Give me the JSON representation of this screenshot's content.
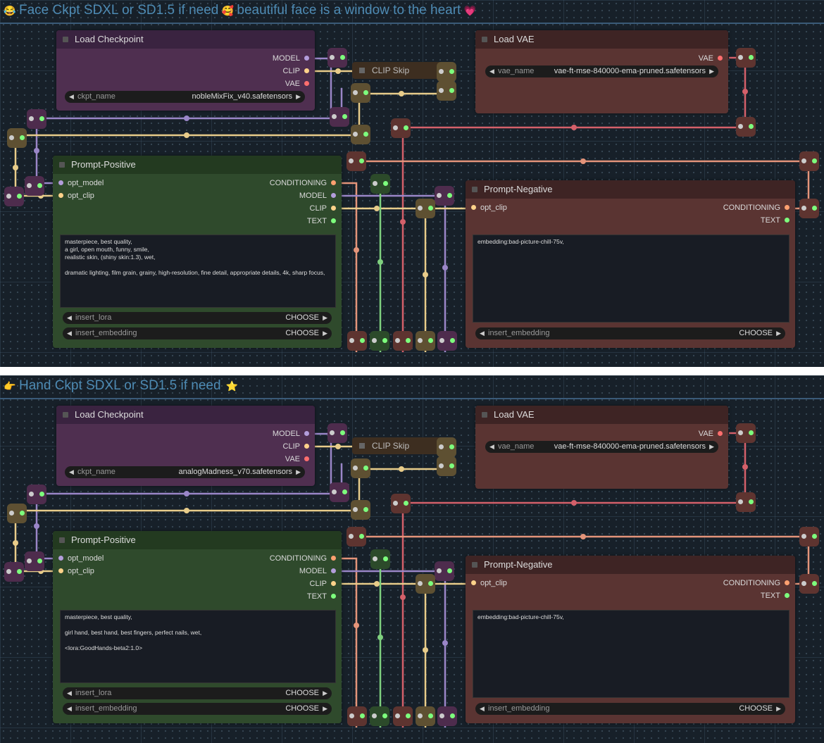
{
  "groups": [
    {
      "title_pre": "😂",
      "title": "Face Ckpt SDXL or SD1.5 if need",
      "title_mid": "🥰",
      "title_post": "beautiful face is a window to the heart",
      "title_end": "💗",
      "load_checkpoint": {
        "title": "Load Checkpoint",
        "outputs": [
          "MODEL",
          "CLIP",
          "VAE"
        ],
        "widget_label": "ckpt_name",
        "widget_value": "nobleMixFix_v40.safetensors"
      },
      "clip_skip": {
        "title": "CLIP Skip"
      },
      "load_vae": {
        "title": "Load VAE",
        "output": "VAE",
        "widget_label": "vae_name",
        "widget_value": "vae-ft-mse-840000-ema-pruned.safetensors"
      },
      "prompt_positive": {
        "title": "Prompt-Positive",
        "inputs": [
          "opt_model",
          "opt_clip"
        ],
        "outputs": [
          "CONDITIONING",
          "MODEL",
          "CLIP",
          "TEXT"
        ],
        "text": "masterpiece, best quality,\na girl, open mouth, funny, smile,\nrealistic skin, (shiny skin:1.3), wet,\n\ndramatic lighting, film grain, grainy, high-resolution, fine detail, appropriate details, 4k, sharp focus,",
        "insert_lora": "insert_lora",
        "insert_embedding": "insert_embedding",
        "choose": "CHOOSE"
      },
      "prompt_negative": {
        "title": "Prompt-Negative",
        "input": "opt_clip",
        "outputs": [
          "CONDITIONING",
          "TEXT"
        ],
        "text": "embedding:bad-picture-chill-75v,",
        "insert_embedding": "insert_embedding",
        "choose": "CHOOSE"
      }
    },
    {
      "title_pre": "👉",
      "title": "Hand Ckpt SDXL or SD1.5 if need",
      "title_mid": "",
      "title_post": "",
      "title_end": "⭐",
      "load_checkpoint": {
        "title": "Load Checkpoint",
        "outputs": [
          "MODEL",
          "CLIP",
          "VAE"
        ],
        "widget_label": "ckpt_name",
        "widget_value": "analogMadness_v70.safetensors"
      },
      "clip_skip": {
        "title": "CLIP Skip"
      },
      "load_vae": {
        "title": "Load VAE",
        "output": "VAE",
        "widget_label": "vae_name",
        "widget_value": "vae-ft-mse-840000-ema-pruned.safetensors"
      },
      "prompt_positive": {
        "title": "Prompt-Positive",
        "inputs": [
          "opt_model",
          "opt_clip"
        ],
        "outputs": [
          "CONDITIONING",
          "MODEL",
          "CLIP",
          "TEXT"
        ],
        "text": "masterpiece, best quality,\n\ngirl hand, best hand, best fingers, perfect nails, wet,\n\n<lora:GoodHands-beta2:1.0>",
        "insert_lora": "insert_lora",
        "insert_embedding": "insert_embedding",
        "choose": "CHOOSE"
      },
      "prompt_negative": {
        "title": "Prompt-Negative",
        "input": "opt_clip",
        "outputs": [
          "CONDITIONING",
          "TEXT"
        ],
        "text": "embedding:bad-picture-chill-75v,",
        "insert_embedding": "insert_embedding",
        "choose": "CHOOSE"
      }
    }
  ],
  "colors": {
    "model": "#b39ddb",
    "clip": "#ffd28a",
    "vae": "#ff6e6e",
    "conditioning": "#ffa070",
    "text": "#7dff7d",
    "wire_model": "#9a86c8",
    "wire_clip": "#e8cc8a",
    "wire_vae": "#d4606a",
    "wire_cond": "#e4947a",
    "wire_text": "#7fd07f"
  }
}
